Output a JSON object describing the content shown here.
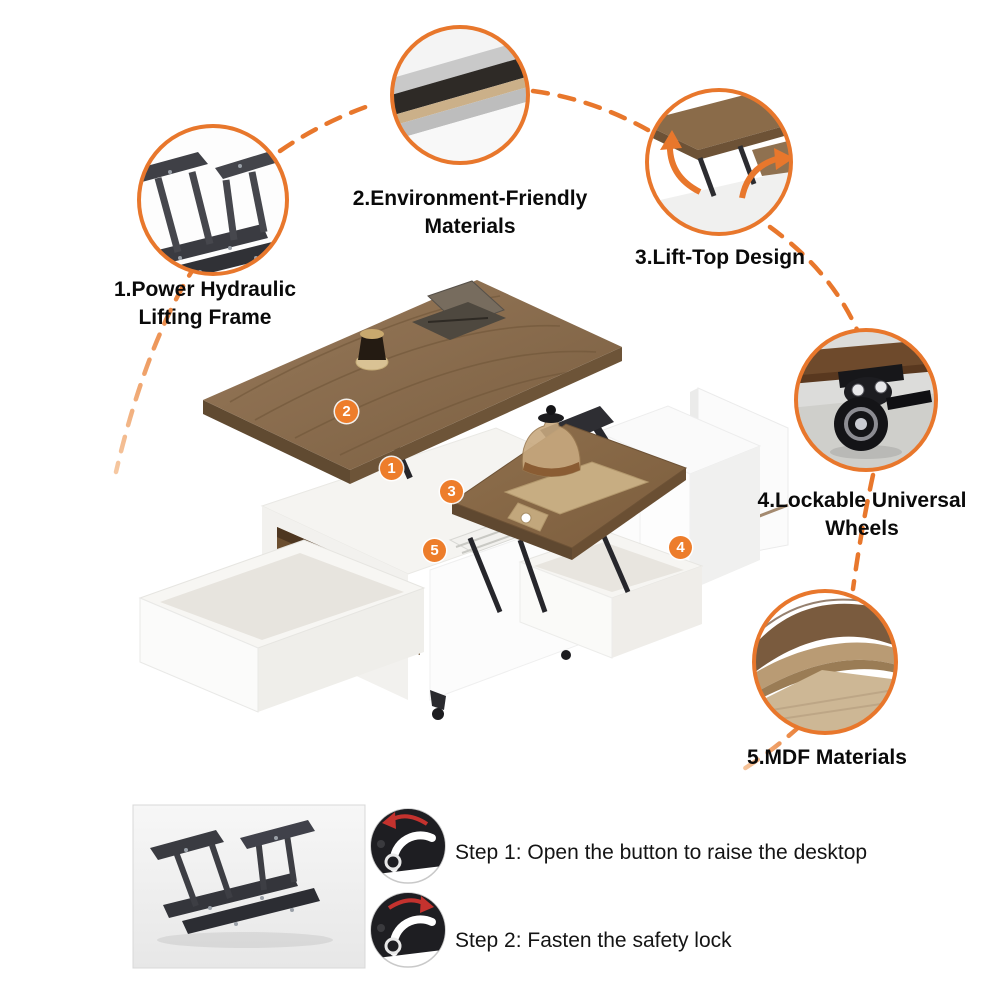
{
  "features": [
    {
      "id": "1",
      "label": "1.Power Hydraulic\nLifting Frame"
    },
    {
      "id": "2",
      "label": "2.Environment-Friendly\nMaterials"
    },
    {
      "id": "3",
      "label": "3.Lift-Top Design"
    },
    {
      "id": "4",
      "label": "4.Lockable Universal\nWheels"
    },
    {
      "id": "5",
      "label": "5.MDF Materials"
    }
  ],
  "steps": [
    {
      "label": "Step 1: Open the button to raise the desktop"
    },
    {
      "label": "Step 2:  Fasten the safety lock"
    }
  ],
  "colors": {
    "accent": "#E8772C",
    "badge": "#ED7D2B",
    "wood": "#8a6c49",
    "metal": "#35363c",
    "text": "#0a0a0a"
  }
}
